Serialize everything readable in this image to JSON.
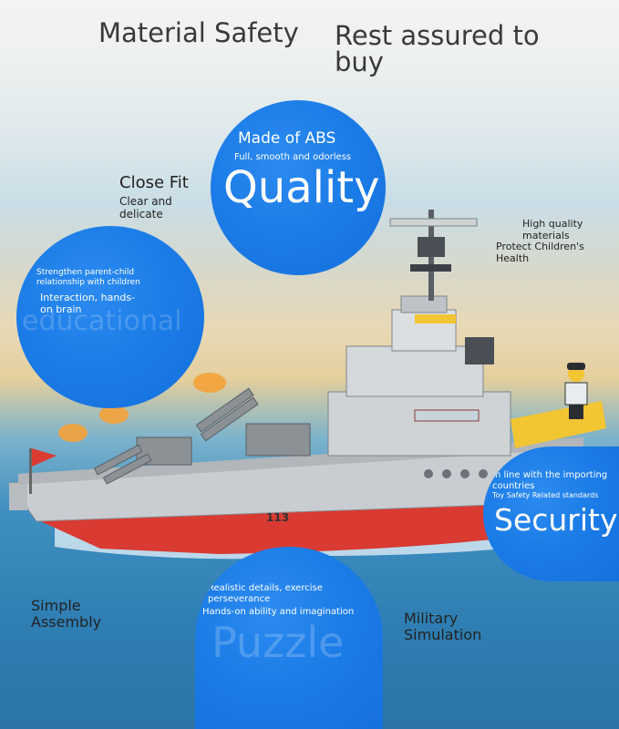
{
  "header": {
    "left": "Material Safety",
    "right": "Rest assured to buy"
  },
  "labels": {
    "close_fit_title": "Close Fit",
    "close_fit_sub": "Clear and delicate",
    "high_quality": "High quality materials",
    "protect": "Protect Children's Health",
    "simple_assembly": "Simple Assembly",
    "military_simulation": "Military Simulation"
  },
  "circles": {
    "quality": {
      "line1": "Made of ABS",
      "line2": "Full, smooth and odorless",
      "big": "Quality"
    },
    "educational": {
      "line1": "Strengthen parent-child relationship with children",
      "line2": "Interaction, hands-on brain",
      "big": "educational"
    },
    "security": {
      "line1": "In line with the importing countries",
      "line2": "Toy Safety Related standards",
      "big": "Security"
    },
    "puzzle": {
      "line1": "Realistic details, exercise perseverance",
      "line2": "Hands-on ability and imagination",
      "big": "Puzzle"
    }
  },
  "ship": {
    "hull_number": "113"
  },
  "colors": {
    "circle_blue": "#1a7ae6",
    "hull_grey": "#c9cdd1",
    "hull_red": "#d93a32",
    "accent_yellow": "#f2c533"
  }
}
